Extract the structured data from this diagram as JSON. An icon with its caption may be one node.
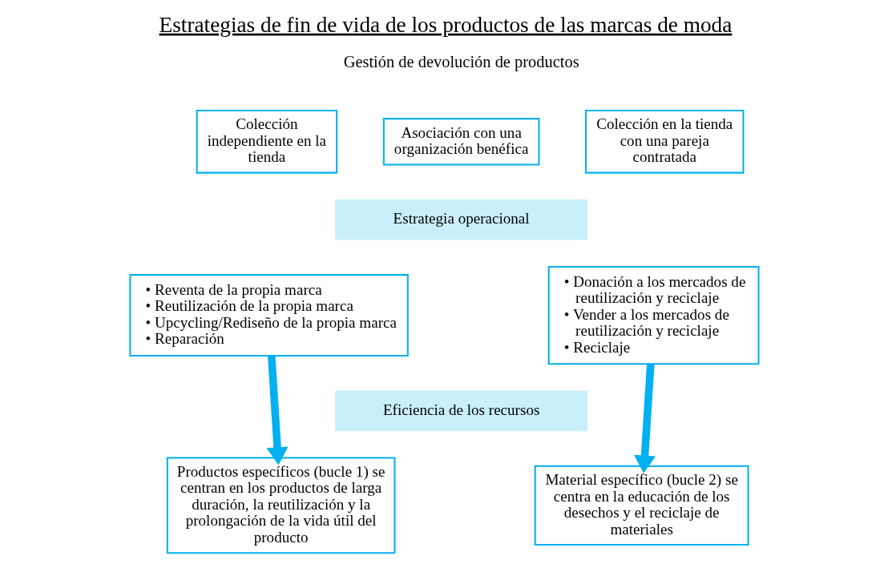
{
  "diagram": {
    "title": "Estrategias de fin de vida de los productos de las marcas de moda",
    "nodes": [
      {
        "text": [
          "Colección independiente en la tienda"
        ]
      },
      {
        "text": [
          "Asociación con una organización benéfica"
        ]
      },
      {
        "text": [
          "Colección en la tienda con una pareja contratada"
        ]
      },
      {
        "text": [
          "Estrategia operacional"
        ]
      },
      {
        "text": [
          "• Reventa de la propia marca",
          "• Reutilización de la propia marca",
          "• Upcycling/Rediseño de la propia marca",
          "• Reparación"
        ]
      },
      {
        "text": [
          "• Donación a los mercados de reutilización y reciclaje",
          "• Vender a los mercados de reutilización y reciclaje",
          "• Reciclaje"
        ]
      },
      {
        "text": [
          "Eficiencia de los recursos"
        ]
      },
      {
        "text": [
          "Productos específicos (bucle 1) se centran en los productos de larga duración, la reutilización y la prolongación de la vida útil del producto"
        ]
      },
      {
        "text": [
          "Material específico (bucle 2) se centra en la educación de los desechos y el reciclaje de materiales"
        ]
      }
    ],
    "edges": [
      {
        "from": 4,
        "to": 7,
        "arrow": "to"
      },
      {
        "from": 5,
        "to": 8,
        "arrow": "to"
      }
    ],
    "labels": [
      "Gestión de devolución de productos"
    ]
  }
}
